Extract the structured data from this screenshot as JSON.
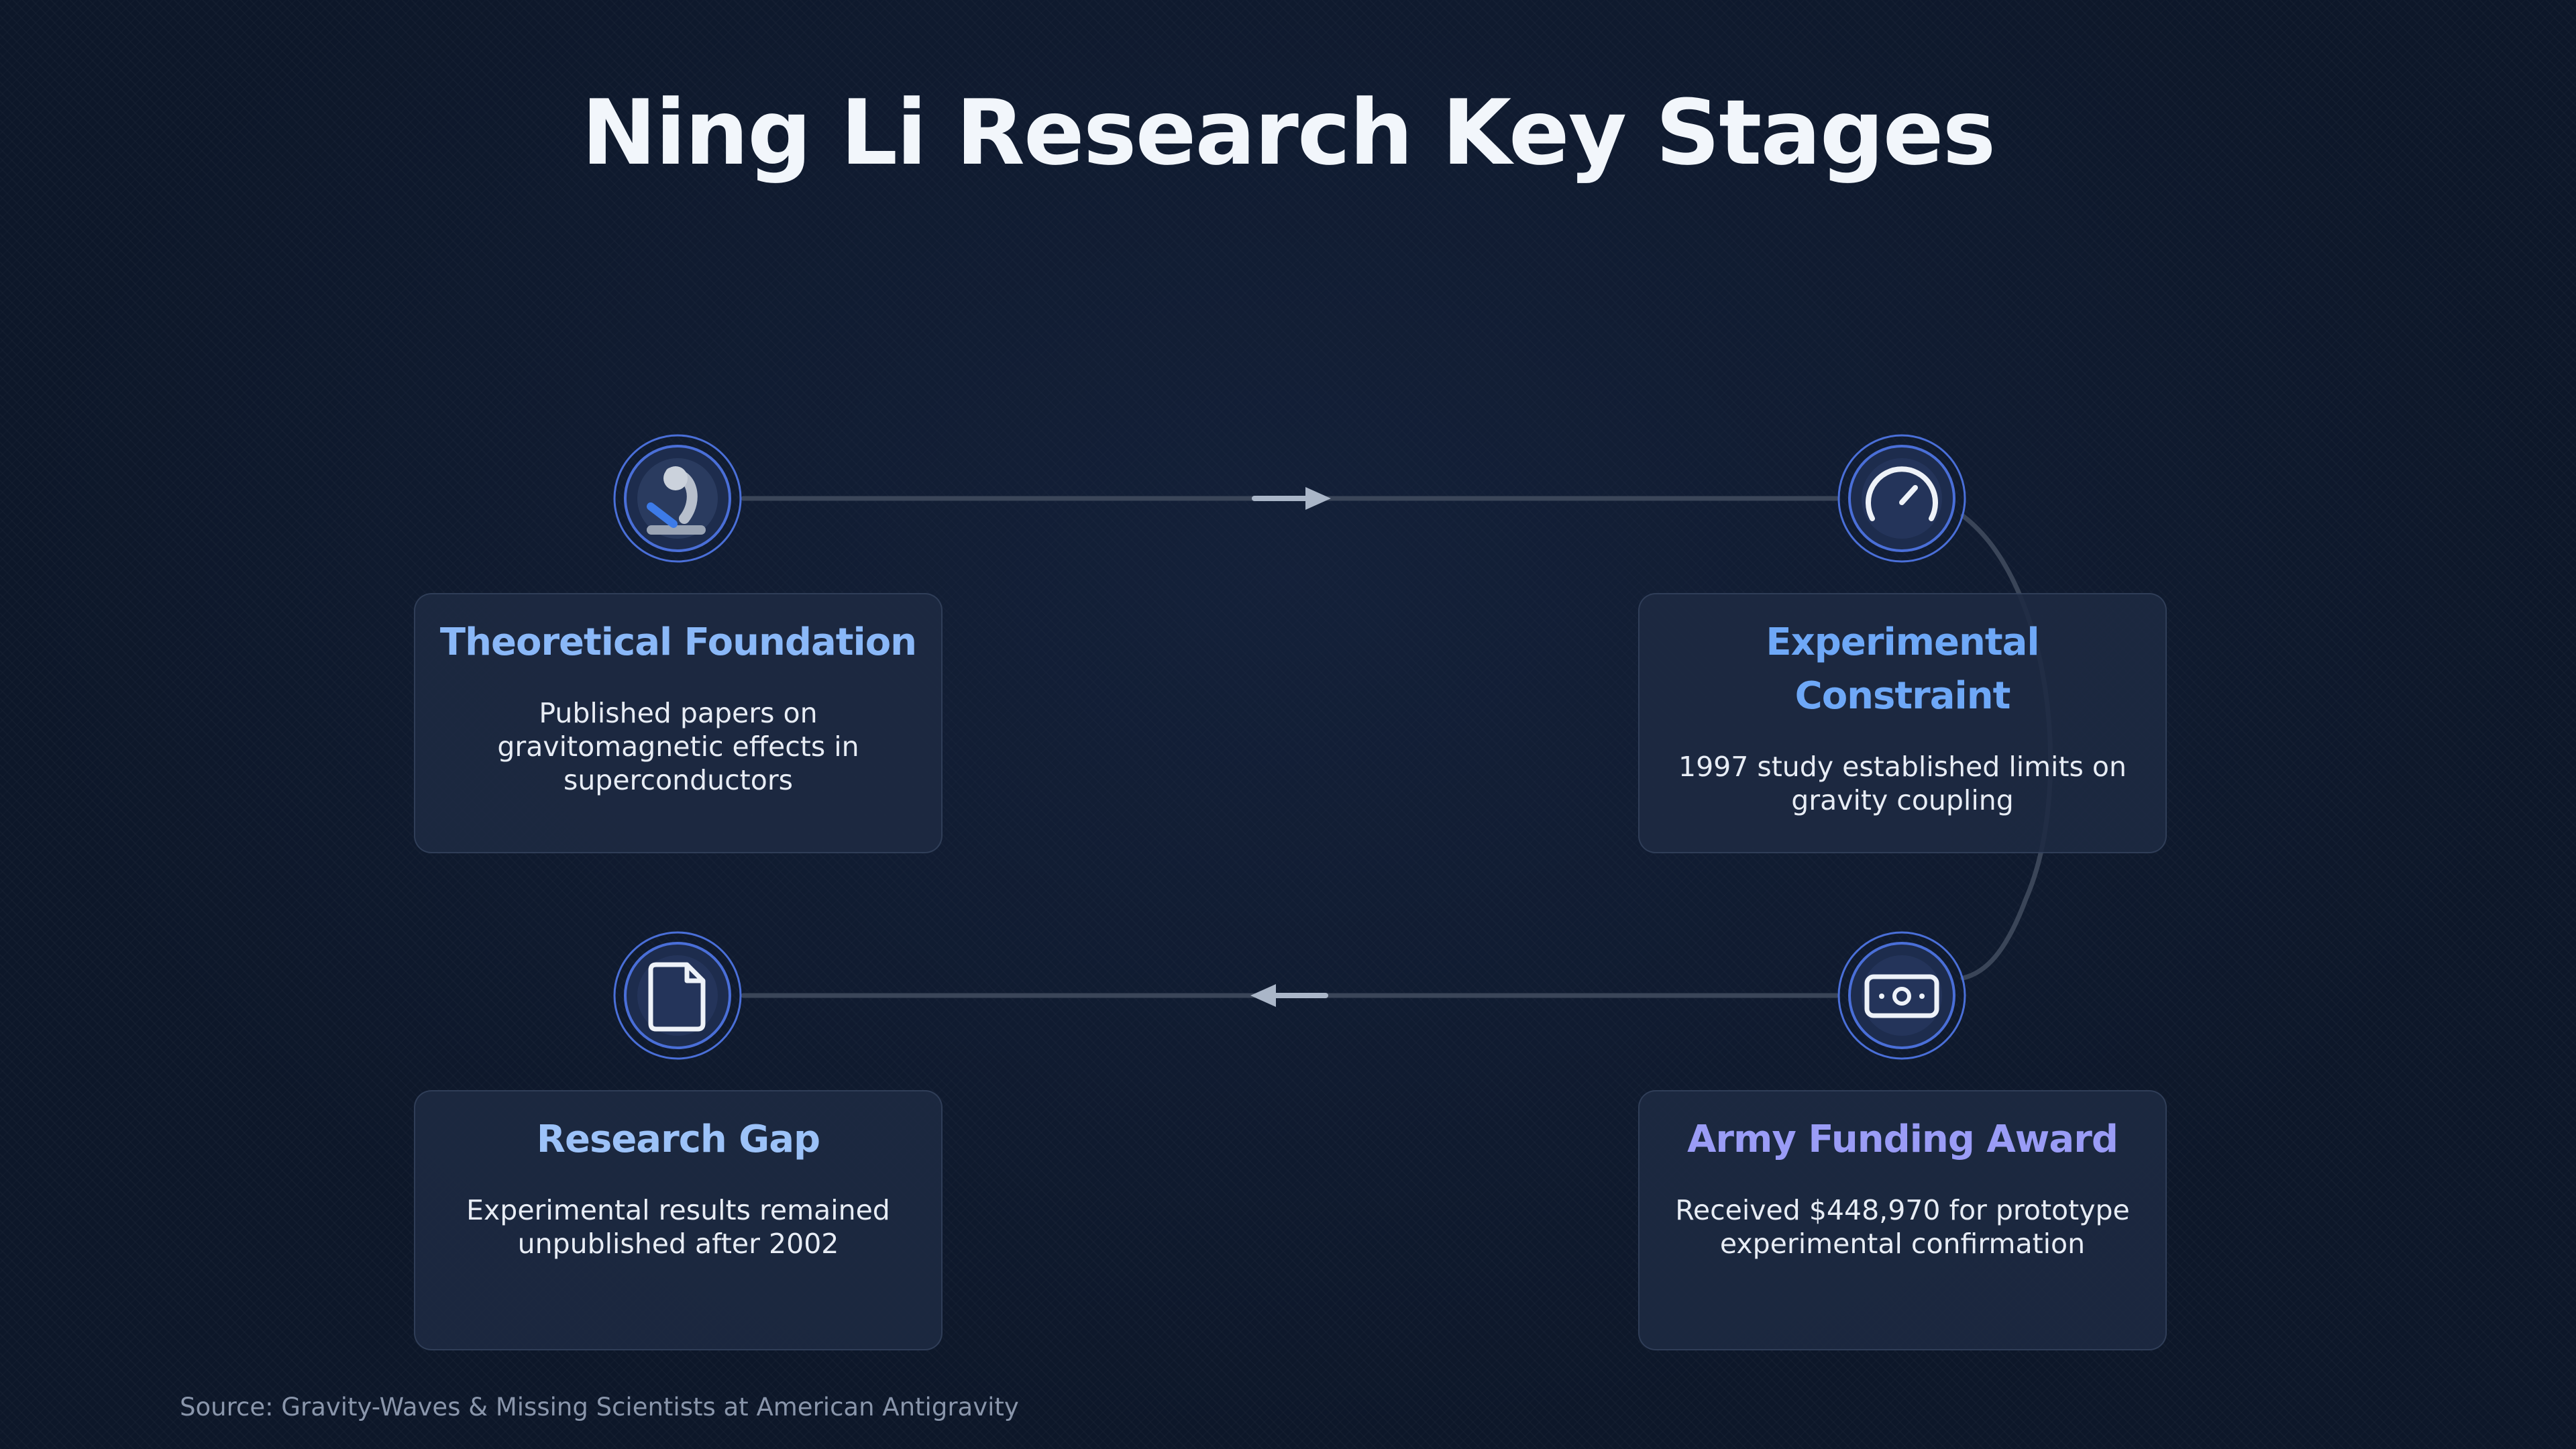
{
  "title": "Ning Li Research Key Stages",
  "stages": [
    {
      "title": "Theoretical Foundation",
      "description": "Published papers on gravitomagnetic effects in superconductors",
      "icon": "microscope-icon",
      "color": "#8ab8f8"
    },
    {
      "title": "Experimental Constraint",
      "description": "1997 study established limits on gravity coupling",
      "icon": "gauge-icon",
      "color": "#6ea8f7"
    },
    {
      "title": "Army Funding Award",
      "description": "Received $448,970 for prototype experimental confirmation",
      "icon": "banknote-icon",
      "color": "#9a9cf6"
    },
    {
      "title": "Research Gap",
      "description": "Experimental results remained unpublished after 2002",
      "icon": "document-icon",
      "color": "#9cc2f8"
    }
  ],
  "source": "Source: Gravity-Waves & Missing Scientists at American Antigravity",
  "colors": {
    "background": "#0d1729",
    "card_background": "#1e2a42",
    "connector": "#3a4558",
    "arrow": "#aab6c8",
    "node_ring": "#4a6fd8"
  }
}
